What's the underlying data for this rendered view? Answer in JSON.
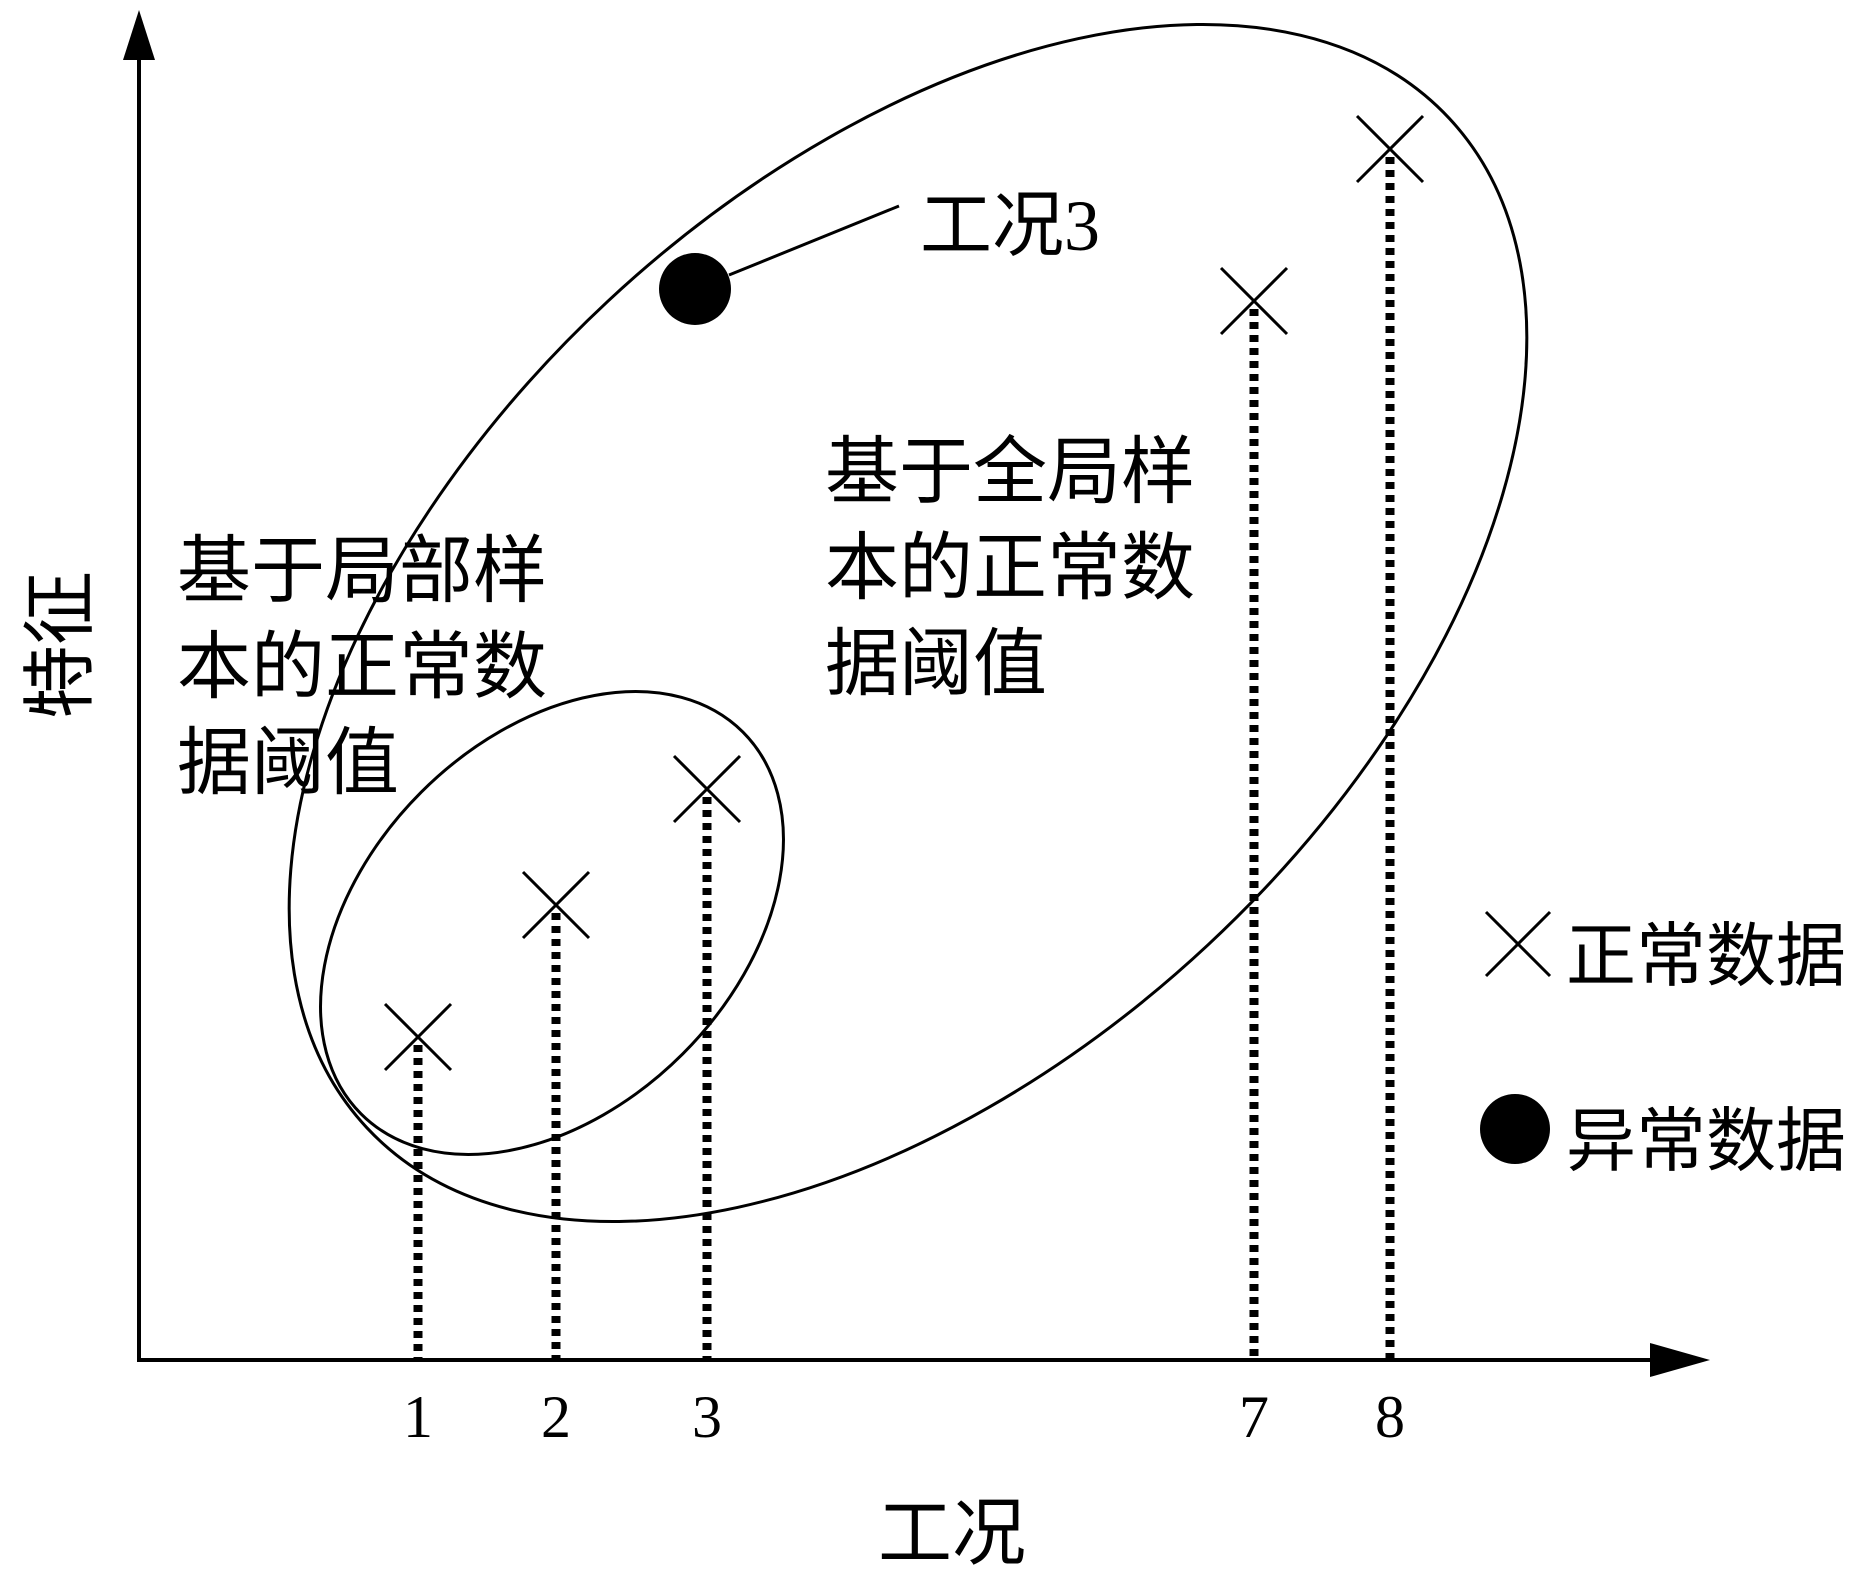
{
  "chart_data": {
    "type": "scatter",
    "xlabel": "工况",
    "ylabel": "特征",
    "x_ticks": [
      "1",
      "2",
      "3",
      "7",
      "8"
    ],
    "normal_points": [
      {
        "x": 1,
        "label": "1"
      },
      {
        "x": 2,
        "label": "2"
      },
      {
        "x": 3,
        "label": "3"
      },
      {
        "x": 7,
        "label": "7"
      },
      {
        "x": 8,
        "label": "8"
      }
    ],
    "anomaly_point": {
      "label": "工况3"
    },
    "regions": {
      "local": [
        "基于局部样",
        "本的正常数",
        "据阈值"
      ],
      "global": [
        "基于全局样",
        "本的正常数",
        "据阈值"
      ]
    },
    "legend": {
      "normal": "正常数据",
      "anomaly": "异常数据"
    }
  }
}
